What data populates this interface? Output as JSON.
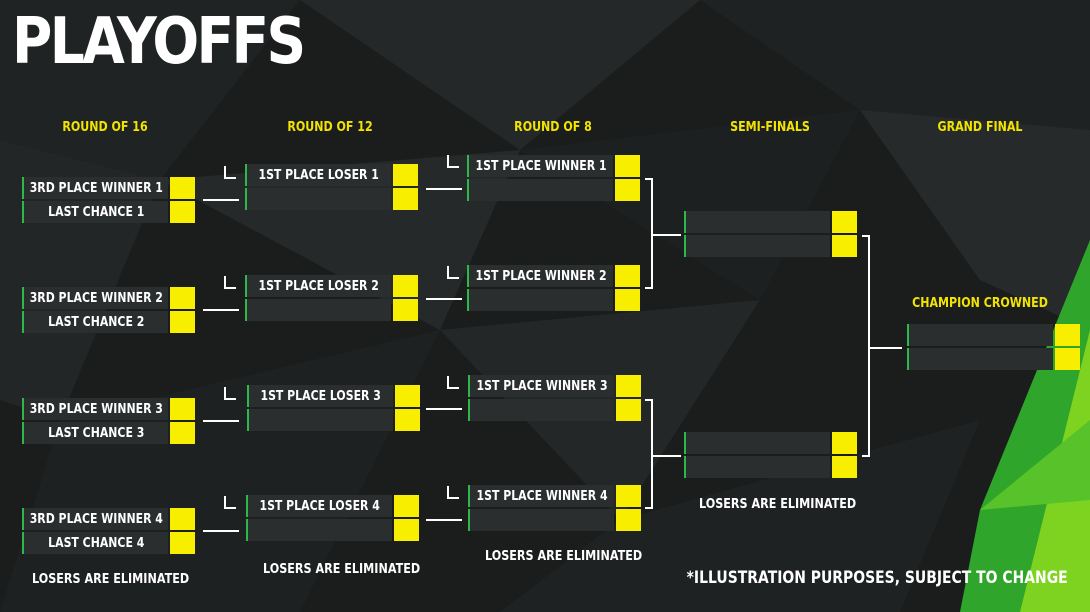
{
  "title": "PLAYOFFS",
  "rounds": {
    "r16": "ROUND OF 16",
    "r12": "ROUND OF 12",
    "r8": "ROUND OF 8",
    "semi": "SEMI-FINALS",
    "final": "GRAND FINAL"
  },
  "round_of_16": [
    {
      "top": "3RD PLACE WINNER 1",
      "bottom": "LAST CHANCE 1"
    },
    {
      "top": "3RD PLACE WINNER 2",
      "bottom": "LAST CHANCE 2"
    },
    {
      "top": "3RD PLACE WINNER 3",
      "bottom": "LAST CHANCE 3"
    },
    {
      "top": "3RD PLACE WINNER 4",
      "bottom": "LAST CHANCE 4"
    }
  ],
  "round_of_12": [
    {
      "top": "1ST PLACE LOSER 1",
      "bottom": ""
    },
    {
      "top": "1ST PLACE LOSER 2",
      "bottom": ""
    },
    {
      "top": "1ST PLACE LOSER 3",
      "bottom": ""
    },
    {
      "top": "1ST PLACE LOSER 4",
      "bottom": ""
    }
  ],
  "round_of_8": [
    {
      "top": "1ST PLACE WINNER 1",
      "bottom": ""
    },
    {
      "top": "1ST PLACE WINNER 2",
      "bottom": ""
    },
    {
      "top": "1ST PLACE WINNER 3",
      "bottom": ""
    },
    {
      "top": "1ST PLACE WINNER 4",
      "bottom": ""
    }
  ],
  "semi_finals": [
    {
      "top": "",
      "bottom": ""
    },
    {
      "top": "",
      "bottom": ""
    }
  ],
  "grand_final": {
    "label": "CHAMPION CROWNED",
    "top": "",
    "bottom": ""
  },
  "notes": {
    "r16": "LOSERS ARE ELIMINATED",
    "r12": "LOSERS ARE ELIMINATED",
    "r8": "LOSERS ARE ELIMINATED",
    "semi": "LOSERS ARE ELIMINATED"
  },
  "disclaimer": "*ILLUSTRATION PURPOSES, SUBJECT TO CHANGE",
  "colors": {
    "accent_yellow": "#f7ee00",
    "label_yellow": "#f2e400",
    "accent_green": "#2db84a",
    "background": "#1b1d1d",
    "slot": "#2b2e2e"
  }
}
